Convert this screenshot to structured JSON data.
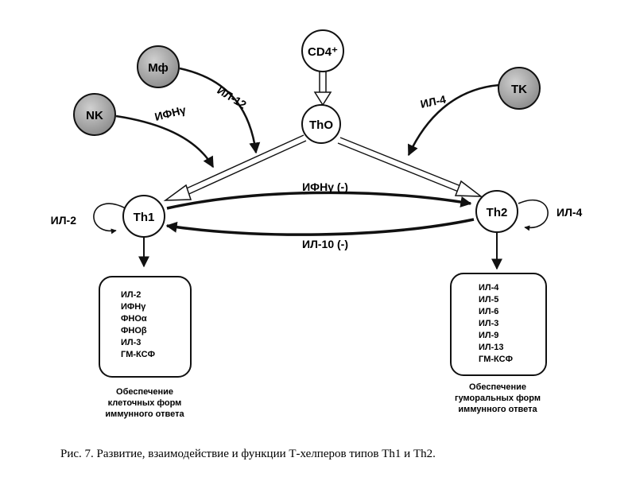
{
  "nodes": {
    "cd4": "CD4⁺",
    "th0": "ThO",
    "mf": "Мф",
    "nk": "NK",
    "tk": "TK",
    "th1": "Th1",
    "th2": "Th2"
  },
  "edges": {
    "mf_to_th1": "ИЛ-12",
    "nk_to_th1": "ИФНγ",
    "tk_to_th2": "ИЛ-4",
    "th1_to_th2": "ИФНγ (-)",
    "th2_to_th1": "ИЛ-10 (-)",
    "th1_self": "ИЛ-2",
    "th2_self": "ИЛ-4"
  },
  "th1_products": [
    "ИЛ-2",
    "ИФНγ",
    "ФНОα",
    "ФНОβ",
    "ИЛ-3",
    "ГМ-КСФ"
  ],
  "th2_products": [
    "ИЛ-4",
    "ИЛ-5",
    "ИЛ-6",
    "ИЛ-3",
    "ИЛ-9",
    "ИЛ-13",
    "ГМ-КСФ"
  ],
  "th1_caption": [
    "Обеспечение",
    "клеточных форм",
    "иммунного ответа"
  ],
  "th2_caption": [
    "Обеспечение",
    "гуморальных форм",
    "иммунного ответа"
  ],
  "figure_caption": "Рис. 7. Развитие, взаимодействие и функции Т-хелперов типов Th1 и Th2."
}
